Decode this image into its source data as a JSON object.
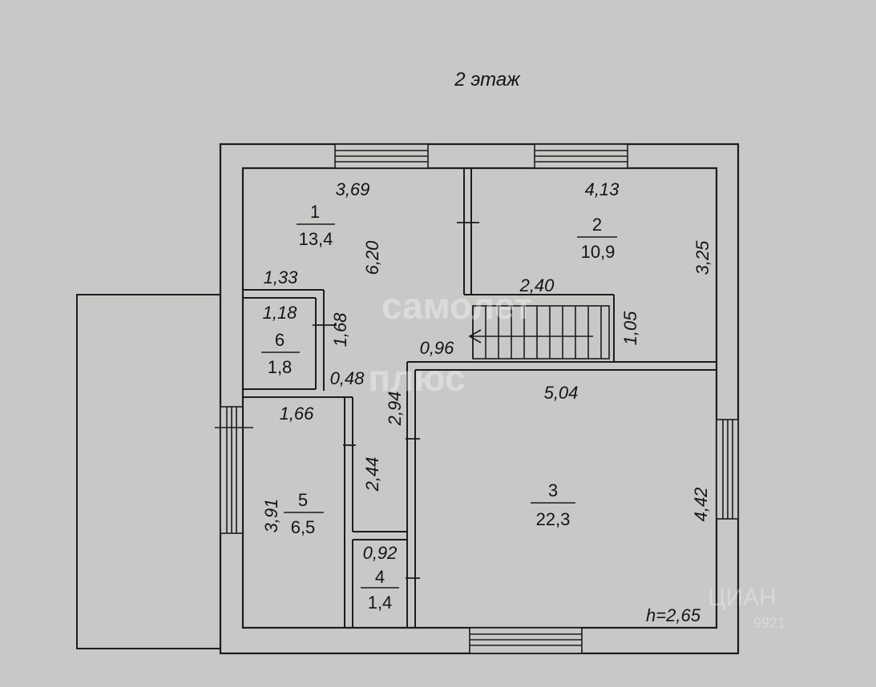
{
  "floor_title": "2 этаж",
  "ceiling_height": "h=2,65",
  "rooms": [
    {
      "number": "1",
      "area": "13,4"
    },
    {
      "number": "2",
      "area": "10,9"
    },
    {
      "number": "3",
      "area": "22,3"
    },
    {
      "number": "4",
      "area": "1,4"
    },
    {
      "number": "5",
      "area": "6,5"
    },
    {
      "number": "6",
      "area": "1,8"
    }
  ],
  "dimensions": {
    "room1_width": "3,69",
    "room1_length": "6,20",
    "room2_width": "4,13",
    "room2_length": "3,25",
    "stair_width": "2,40",
    "stair_height": "1,05",
    "passage": "0,96",
    "room3_width": "5,04",
    "room3_length": "4,42",
    "room6_top": "1,33",
    "room6_width": "1,18",
    "room6_length": "1,68",
    "corridor_width": "0,48",
    "corridor_length": "2,94",
    "corridor_lower": "2,44",
    "room5_width": "1,66",
    "room5_length": "3,91",
    "room4_width": "0,92"
  },
  "watermark": {
    "brand_line1": "самолет",
    "brand_line2": "плюс",
    "corner": "ЦИАН",
    "corner_code": "9921"
  }
}
